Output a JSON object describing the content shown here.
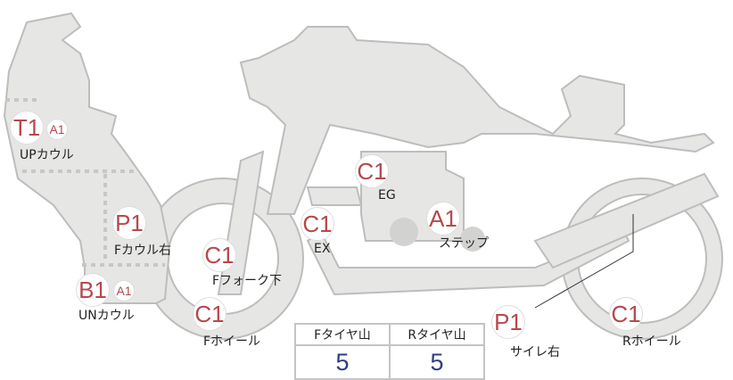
{
  "colors": {
    "body": "#e6e6e4",
    "outline": "#bdbdbd",
    "badge_text": "#b5494d",
    "table_value": "#2c3f80"
  },
  "markers": [
    {
      "codes": [
        "T1",
        "A1"
      ],
      "label": "UPカウル"
    },
    {
      "codes": [
        "P1"
      ],
      "label": "Fカウル右"
    },
    {
      "codes": [
        "B1",
        "A1"
      ],
      "label": "UNカウル"
    },
    {
      "codes": [
        "C1"
      ],
      "label": "Fフォーク下"
    },
    {
      "codes": [
        "C1"
      ],
      "label": "Fホイール"
    },
    {
      "codes": [
        "C1"
      ],
      "label": "EX"
    },
    {
      "codes": [
        "C1"
      ],
      "label": "EG"
    },
    {
      "codes": [
        "A1"
      ],
      "label": "ステップ"
    },
    {
      "codes": [
        "P1"
      ],
      "label": "サイレ右"
    },
    {
      "codes": [
        "C1"
      ],
      "label": "Rホイール"
    }
  ],
  "tire_table": {
    "headers": [
      "Fタイヤ山",
      "Rタイヤ山"
    ],
    "values": [
      "5",
      "5"
    ]
  }
}
